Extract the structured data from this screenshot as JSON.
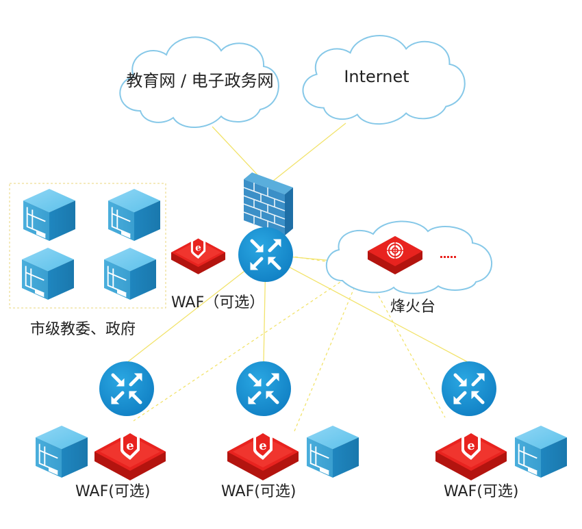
{
  "clouds": {
    "edu_network": "教育网 / 电子政务网",
    "internet": "Internet"
  },
  "labels": {
    "center_waf": "WAF（可选）",
    "fenghuotai": "烽火台",
    "municipal": "市级教委、政府",
    "waf_left": "WAF(可选)",
    "waf_middle": "WAF(可选)",
    "waf_right": "WAF(可选)"
  },
  "colors": {
    "link": "#f2e36b",
    "router": "#1e96d5",
    "waf": "#e8231f",
    "server": "#4db8e6",
    "firewall": "#3b8fc7",
    "cloud_stroke": "#86c8e8",
    "group_border": "#e8d57a",
    "dots": "#e8231f"
  },
  "icons": {
    "router": "router-icon",
    "waf": "waf-shield-icon",
    "server": "server-cube-icon",
    "firewall": "firewall-brick-icon",
    "honeypot": "target-crosshair-icon"
  }
}
